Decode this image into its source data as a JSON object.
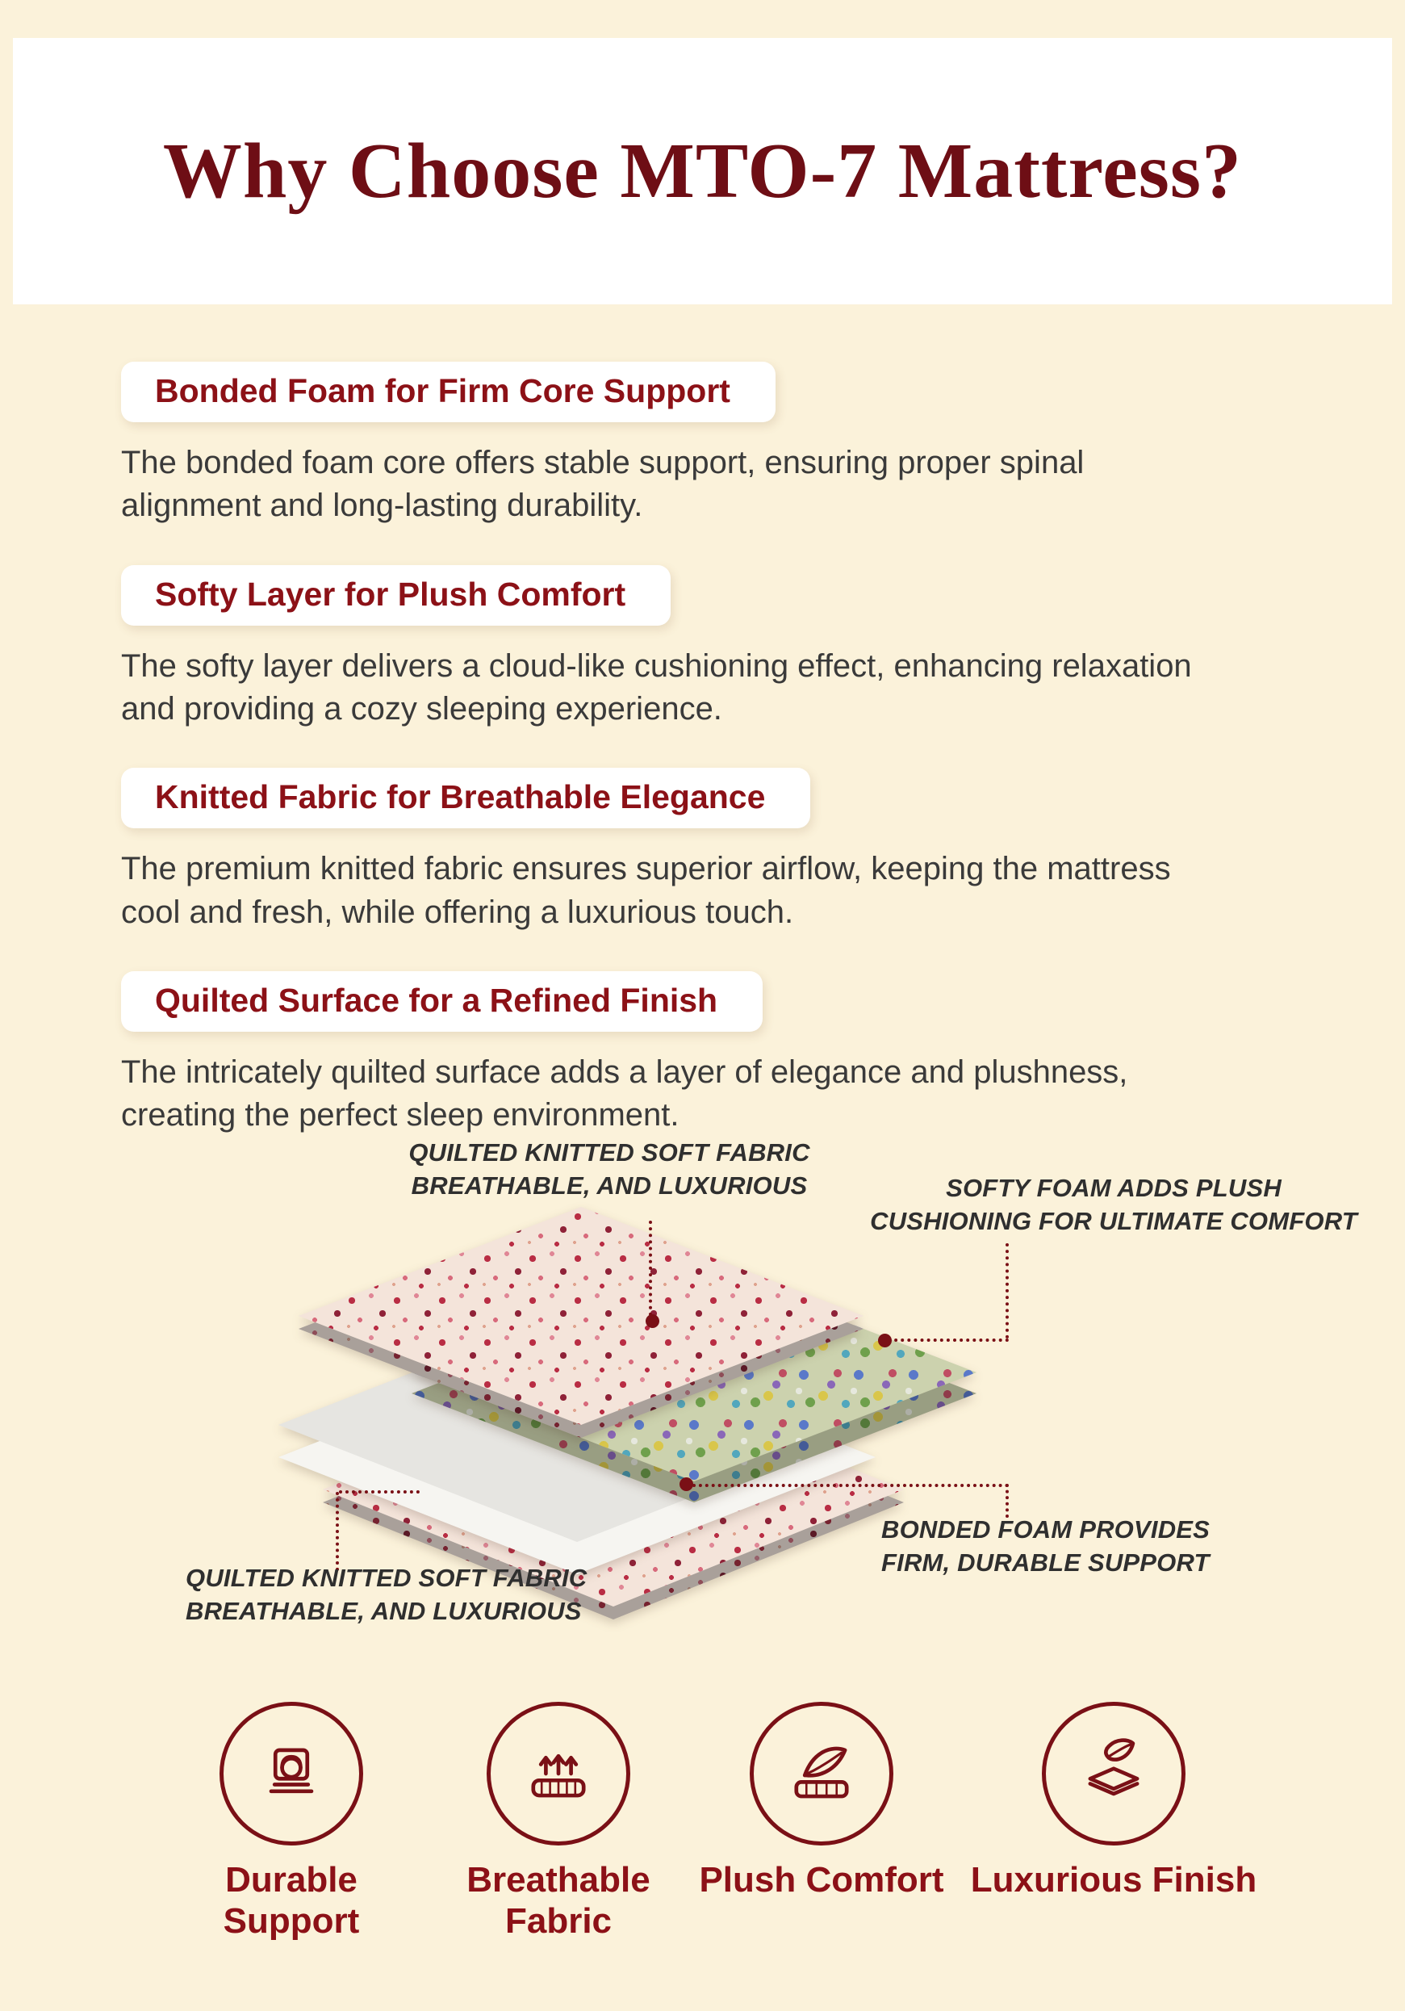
{
  "page": {
    "title": "Why Choose MTO-7 Mattress?"
  },
  "features": [
    {
      "heading": "Bonded Foam for Firm Core Support",
      "body": "The bonded foam core offers stable support, ensuring proper spinal alignment and long-lasting durability."
    },
    {
      "heading": "Softy Layer for Plush Comfort",
      "body": "The softy layer delivers a cloud-like cushioning effect, enhancing relaxation and providing a cozy sleeping experience."
    },
    {
      "heading": "Knitted Fabric for Breathable Elegance",
      "body": "The premium knitted fabric ensures superior airflow, keeping the mattress cool and fresh, while offering a luxurious touch."
    },
    {
      "heading": "Quilted Surface for a Refined Finish",
      "body": "The intricately quilted surface adds a layer of elegance and plushness, creating the perfect sleep environment."
    }
  ],
  "diagram": {
    "callouts": [
      {
        "line1": "QUILTED KNITTED SOFT FABRIC",
        "line2": "BREATHABLE, AND LUXURIOUS"
      },
      {
        "line1": "SOFTY FOAM ADDS PLUSH",
        "line2": "CUSHIONING FOR ULTIMATE COMFORT"
      },
      {
        "line1": "BONDED FOAM PROVIDES",
        "line2": "FIRM, DURABLE SUPPORT"
      },
      {
        "line1": "QUILTED KNITTED SOFT FABRIC",
        "line2": "BREATHABLE, AND LUXURIOUS"
      }
    ],
    "layers": [
      {
        "name": "quilted-knitted-fabric-top"
      },
      {
        "name": "softy-foam"
      },
      {
        "name": "bonded-foam"
      },
      {
        "name": "quilted-knitted-fabric-bottom"
      }
    ]
  },
  "badges": [
    {
      "label": "Durable Support",
      "icon": "sleeping-person-icon"
    },
    {
      "label": "Breathable Fabric",
      "icon": "breathable-mattress-icon"
    },
    {
      "label": "Plush Comfort",
      "icon": "feather-mattress-icon"
    },
    {
      "label": "Luxurious Finish",
      "icon": "leaf-layers-icon"
    }
  ],
  "colors": {
    "accent_maroon": "#7a1016",
    "title_maroon": "#6e0e15",
    "heading_red": "#8c1117",
    "cream_background": "#fbf2da",
    "body_text": "#3a3a3a"
  }
}
